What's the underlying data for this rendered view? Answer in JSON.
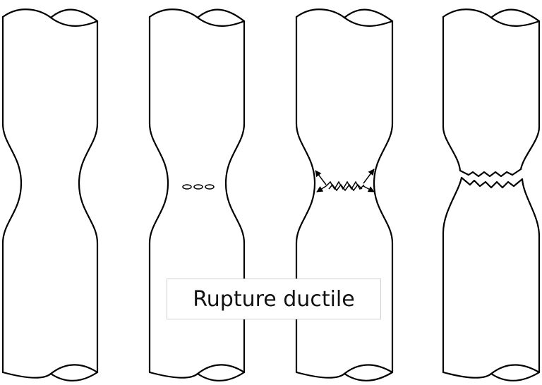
{
  "caption": "Rupture ductile",
  "stages": [
    {
      "name": "necking"
    },
    {
      "name": "void-formation"
    },
    {
      "name": "crack-propagation"
    },
    {
      "name": "fracture"
    }
  ],
  "colors": {
    "line": "#000000",
    "background": "#ffffff",
    "caption_border": "#d0d0d0"
  }
}
